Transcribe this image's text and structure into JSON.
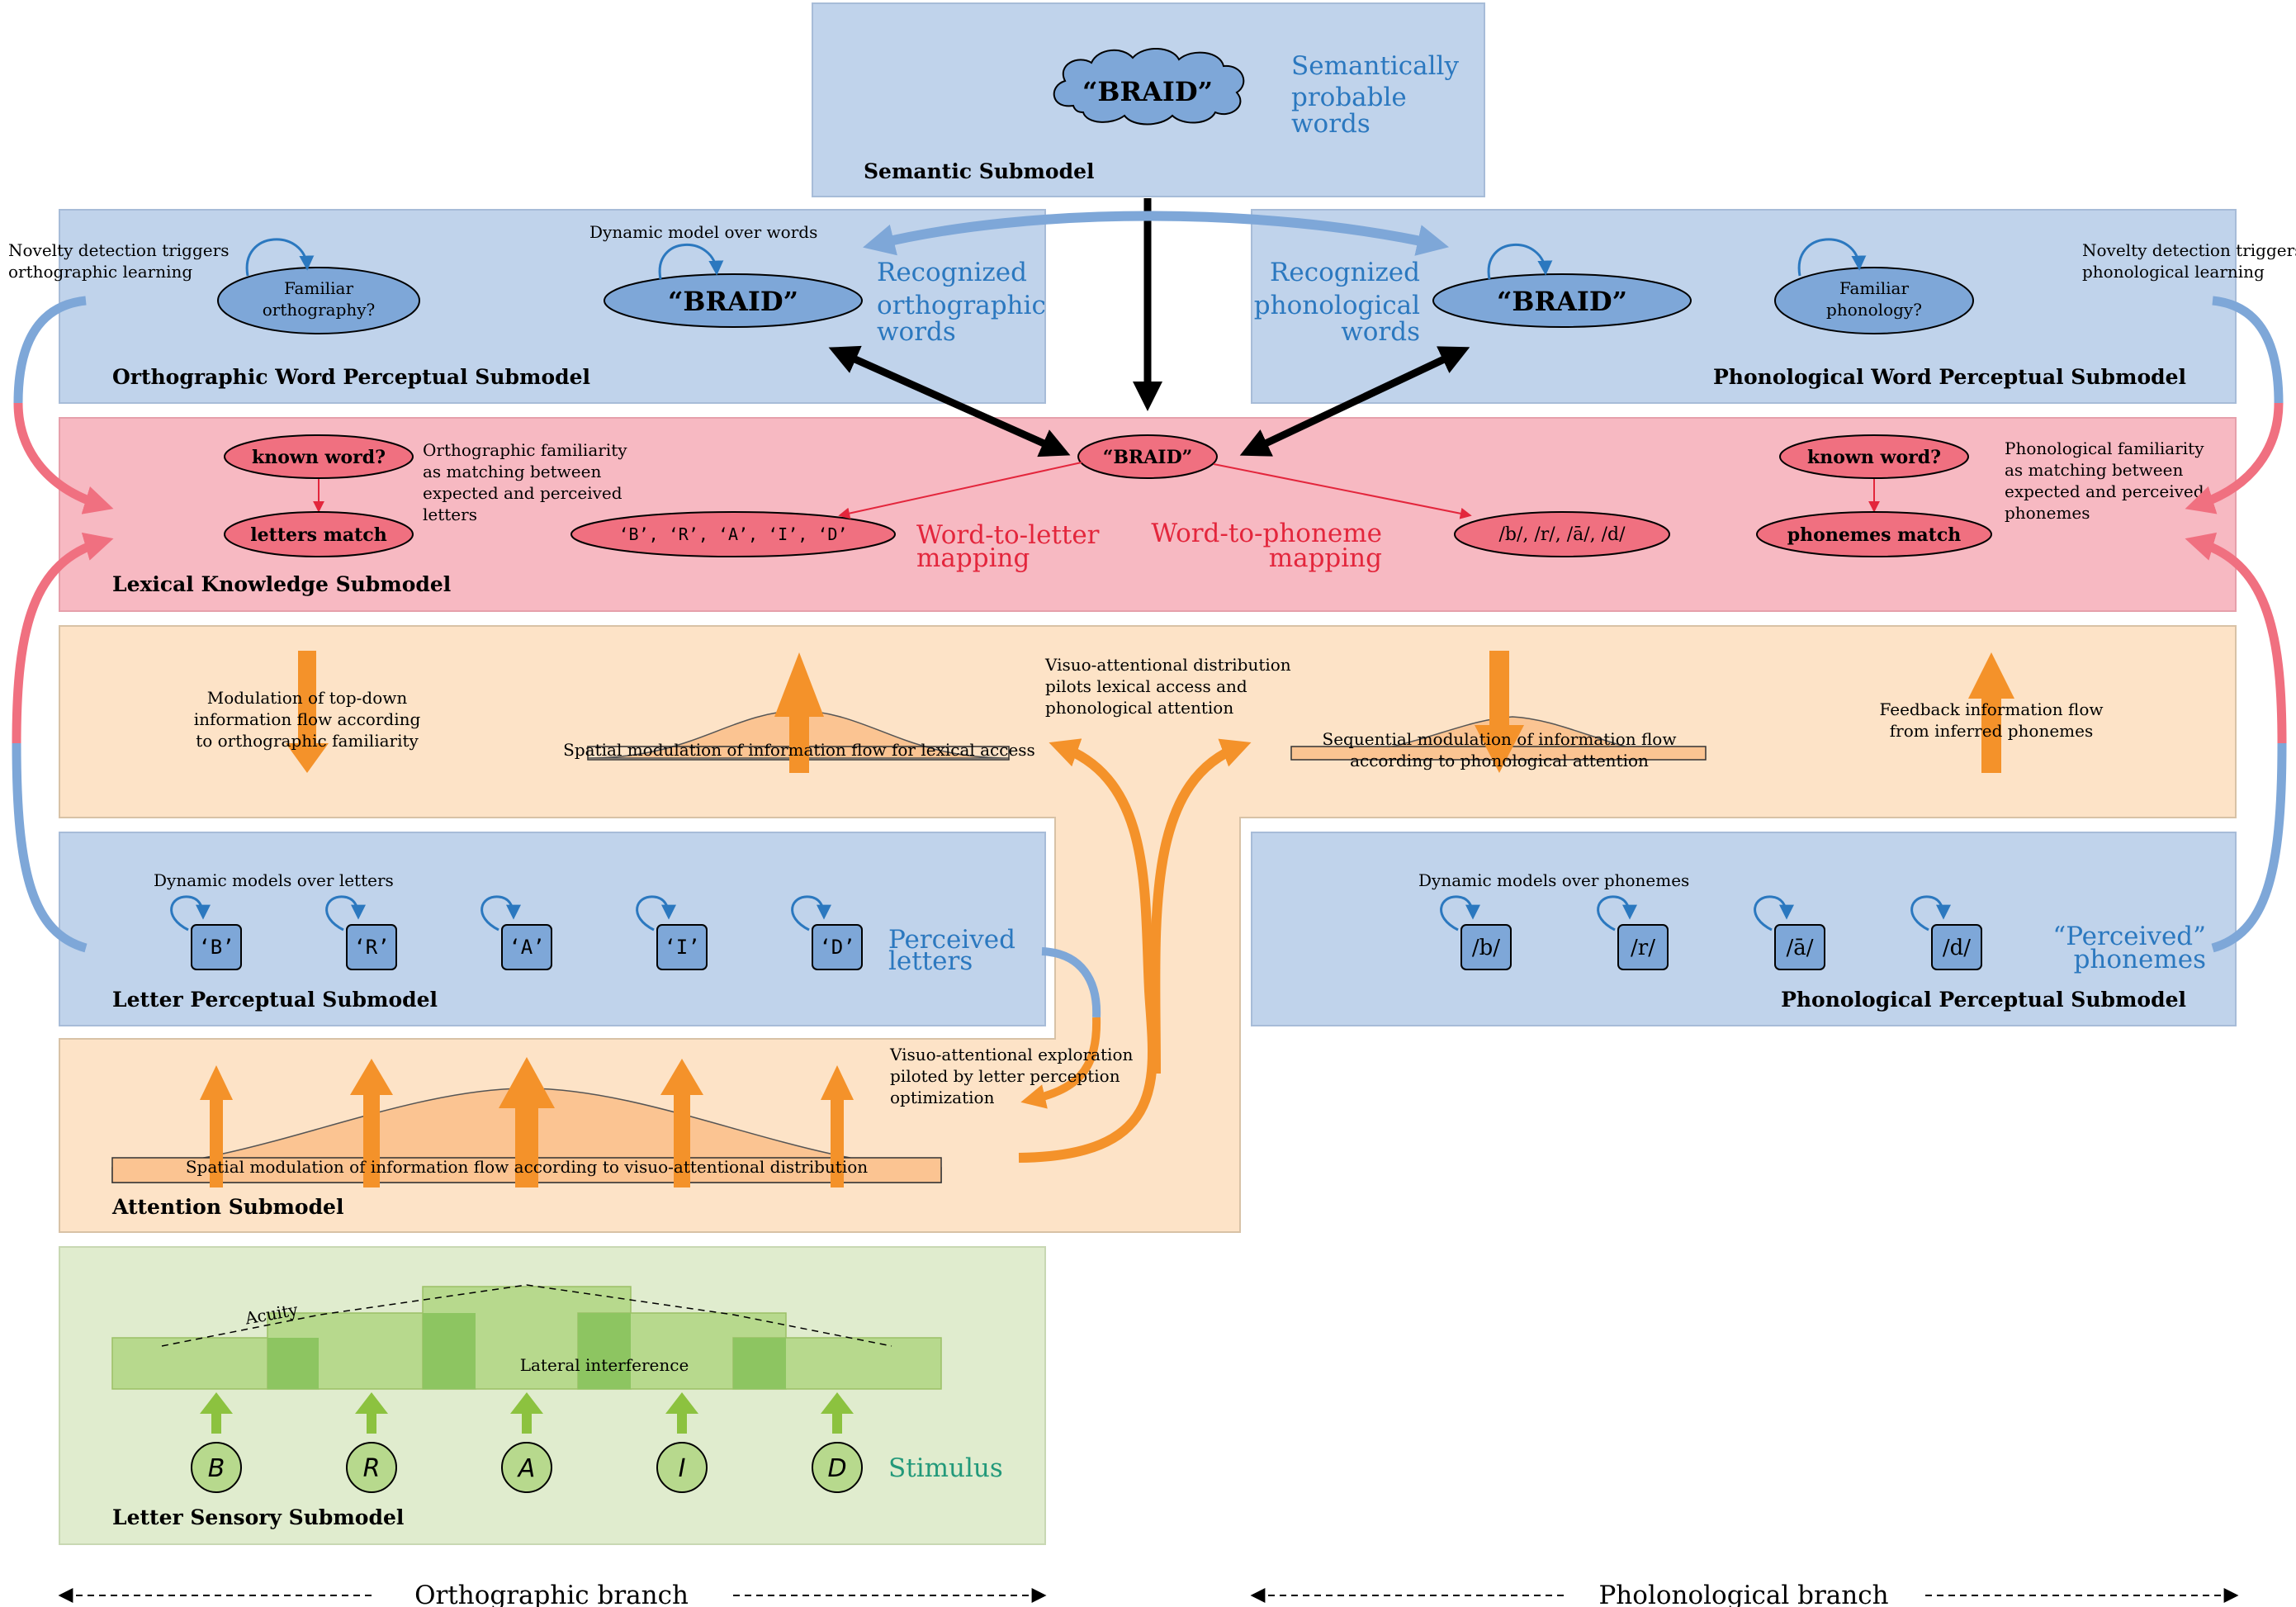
{
  "colors": {
    "blue_panel": "#c0d3eb",
    "blue_node": "#7ea7d8",
    "blue_text": "#2b78bf",
    "pink_panel": "#f7b9c2",
    "red_node": "#f07080",
    "red_text": "#e3263c",
    "orange_panel": "#fde3c7",
    "orange_arrow": "#f4922a",
    "green_panel": "#e0ecce",
    "green_arrow": "#8cc23f",
    "teal_text": "#22997a"
  },
  "semantic": {
    "title": "Semantic Submodel",
    "cloud_word": "“BRAID”",
    "side_label": [
      "Semantically",
      "probable",
      "words"
    ]
  },
  "ortho_word": {
    "title": "Orthographic Word Perceptual Submodel",
    "familiar_node": [
      "Familiar",
      "orthography?"
    ],
    "dynamic_label": "Dynamic model over words",
    "word_node": "“BRAID”",
    "side_label": [
      "Recognized",
      "orthographic",
      "words"
    ],
    "novelty_note": [
      "Novelty detection triggers",
      "orthographic learning"
    ]
  },
  "phono_word": {
    "title": "Phonological Word Perceptual Submodel",
    "side_label": [
      "Recognized",
      "phonological",
      "words"
    ],
    "word_node": "“BRAID”",
    "familiar_node": [
      "Familiar",
      "phonology?"
    ],
    "novelty_note": [
      "Novelty detection triggers",
      "phonological learning"
    ]
  },
  "lexical": {
    "title": "Lexical Knowledge Submodel",
    "known_left": "known word?",
    "letters_match": "letters match",
    "ortho_note": [
      "Orthographic familiarity",
      "as matching between",
      "expected and perceived",
      "letters"
    ],
    "center_node": "“BRAID”",
    "letters_node": "‘B’, ‘R’, ‘A’, ‘I’, ‘D’",
    "word_letter_label": [
      "Word-to-letter",
      "mapping"
    ],
    "word_phoneme_label": [
      "Word-to-phoneme",
      "mapping"
    ],
    "phonemes_node": "/b/, /r/, /ā/, /d/",
    "known_right": "known word?",
    "phonemes_match": "phonemes match",
    "phono_note": [
      "Phonological familiarity",
      "as matching between",
      "expected and perceived",
      "phonemes"
    ]
  },
  "attention_upper": {
    "modulation_note": [
      "Modulation of top-down",
      "information flow according",
      "to orthographic familiarity"
    ],
    "spatial_label": "Spatial modulation of information flow for lexical access",
    "visuo_note": [
      "Visuo-attentional distribution",
      "pilots lexical access and",
      "phonological attention"
    ],
    "sequential_label": [
      "Sequential modulation of information flow",
      "according to phonological attention"
    ],
    "feedback_note": [
      "Feedback information flow",
      "from inferred phonemes"
    ]
  },
  "letter_perc": {
    "title": "Letter Perceptual Submodel",
    "dynamic_label": "Dynamic models over letters",
    "letters": [
      "‘B’",
      "‘R’",
      "‘A’",
      "‘I’",
      "‘D’"
    ],
    "side_label": [
      "Perceived",
      "letters"
    ]
  },
  "phono_perc": {
    "title": "Phonological Perceptual Submodel",
    "dynamic_label": "Dynamic models over phonemes",
    "phonemes": [
      "/b/",
      "/r/",
      "/ā/",
      "/d/"
    ],
    "side_label": [
      "“Perceived”",
      "phonemes"
    ]
  },
  "attention": {
    "title": "Attention Submodel",
    "spatial_label": "Spatial modulation of information flow according to visuo-attentional distribution",
    "exploration_note": [
      "Visuo-attentional exploration",
      "piloted by letter perception",
      "optimization"
    ]
  },
  "sensory": {
    "title": "Letter Sensory Submodel",
    "acuity_label": "Acuity",
    "lateral_label": "Lateral interference",
    "stimulus_letters": [
      "B",
      "R",
      "A",
      "I",
      "D"
    ],
    "stimulus_label": "Stimulus"
  },
  "branches": {
    "orthographic": "Orthographic branch",
    "phonological": "Pholonological branch"
  }
}
